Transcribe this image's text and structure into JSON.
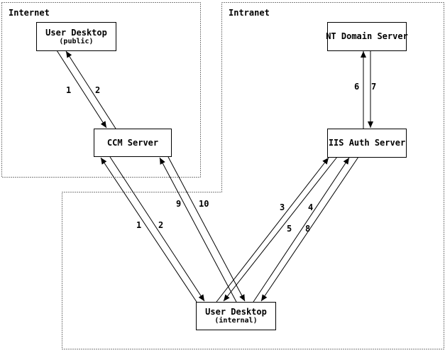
{
  "diagram": {
    "colors": {
      "foreground": "#000000",
      "background": "#ffffff"
    },
    "zones": [
      {
        "label": "Internet"
      },
      {
        "label": "Intranet"
      }
    ],
    "nodes": {
      "user_desktop_public": {
        "title": "User Desktop",
        "subtitle": "(public)"
      },
      "ccm_server": {
        "title": "CCM Server"
      },
      "nt_domain_server": {
        "title": "NT Domain Server"
      },
      "iis_auth_server": {
        "title": "IIS Auth Server"
      },
      "user_desktop_internal": {
        "title": "User Desktop",
        "subtitle": "(internal)"
      }
    },
    "edges": [
      {
        "label": "1",
        "from": "User Desktop (public)",
        "to": "CCM Server"
      },
      {
        "label": "2",
        "from": "CCM Server",
        "to": "User Desktop (public)"
      },
      {
        "label": "1",
        "from": "User Desktop (internal)",
        "to": "CCM Server"
      },
      {
        "label": "2",
        "from": "CCM Server",
        "to": "User Desktop (internal)"
      },
      {
        "label": "9",
        "from": "User Desktop (internal)",
        "to": "CCM Server"
      },
      {
        "label": "10",
        "from": "CCM Server",
        "to": "User Desktop (internal)"
      },
      {
        "label": "3",
        "from": "User Desktop (internal)",
        "to": "IIS Auth Server"
      },
      {
        "label": "4",
        "from": "IIS Auth Server",
        "to": "User Desktop (internal)"
      },
      {
        "label": "5",
        "from": "User Desktop (internal)",
        "to": "IIS Auth Server"
      },
      {
        "label": "8",
        "from": "IIS Auth Server",
        "to": "User Desktop (internal)"
      },
      {
        "label": "6",
        "from": "IIS Auth Server",
        "to": "NT Domain Server"
      },
      {
        "label": "7",
        "from": "NT Domain Server",
        "to": "IIS Auth Server"
      }
    ]
  }
}
